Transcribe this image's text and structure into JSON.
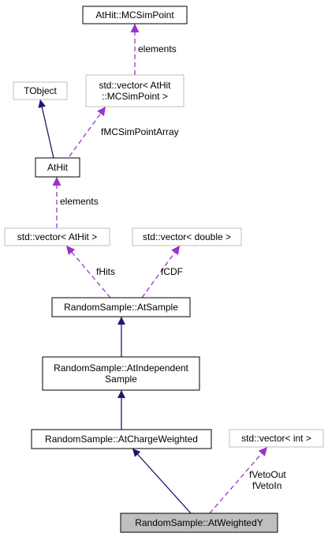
{
  "nodes": {
    "mcsimpoint": {
      "lines": [
        "AtHit::MCSimPoint"
      ],
      "style": "black"
    },
    "vector_mcsimpoint": {
      "lines": [
        "std::vector< AtHit",
        "::MCSimPoint >"
      ],
      "style": "gray"
    },
    "tobject": {
      "lines": [
        "TObject"
      ],
      "style": "gray"
    },
    "athit": {
      "lines": [
        "AtHit"
      ],
      "style": "black"
    },
    "vector_athit": {
      "lines": [
        "std::vector< AtHit >"
      ],
      "style": "gray"
    },
    "vector_double": {
      "lines": [
        "std::vector< double >"
      ],
      "style": "gray"
    },
    "atsample": {
      "lines": [
        "RandomSample::AtSample"
      ],
      "style": "black"
    },
    "atindependent": {
      "lines": [
        "RandomSample::AtIndependent",
        "Sample"
      ],
      "style": "black"
    },
    "atchargeweighted": {
      "lines": [
        "RandomSample::AtChargeWeighted"
      ],
      "style": "black"
    },
    "vector_int": {
      "lines": [
        "std::vector< int >"
      ],
      "style": "gray"
    },
    "atweightedy": {
      "lines": [
        "RandomSample::AtWeightedY"
      ],
      "style": "highlight"
    }
  },
  "edges": [
    {
      "id": "mcsimpoint-elements",
      "kind": "usage",
      "labels": [
        "elements"
      ]
    },
    {
      "id": "mcsimpointarray",
      "kind": "usage",
      "labels": [
        "fMCSimPointArray"
      ]
    },
    {
      "id": "tobject-athit",
      "kind": "inherit",
      "labels": []
    },
    {
      "id": "athit-elements",
      "kind": "usage",
      "labels": [
        "elements"
      ]
    },
    {
      "id": "fhits",
      "kind": "usage",
      "labels": [
        "fHits"
      ]
    },
    {
      "id": "fcdf",
      "kind": "usage",
      "labels": [
        "fCDF"
      ]
    },
    {
      "id": "atsample-atindependent",
      "kind": "inherit",
      "labels": []
    },
    {
      "id": "atindependent-atcharge",
      "kind": "inherit",
      "labels": []
    },
    {
      "id": "atcharge-atweighted",
      "kind": "inherit",
      "labels": []
    },
    {
      "id": "fveto",
      "kind": "usage",
      "labels": [
        "fVetoOut",
        "fVetoIn"
      ]
    }
  ],
  "colors": {
    "inherit": "#191970",
    "usage": "#9a32cd",
    "node_border_black": "#000000",
    "node_border_gray": "#bfbfbf",
    "highlight_fill": "#bfbfbf"
  }
}
